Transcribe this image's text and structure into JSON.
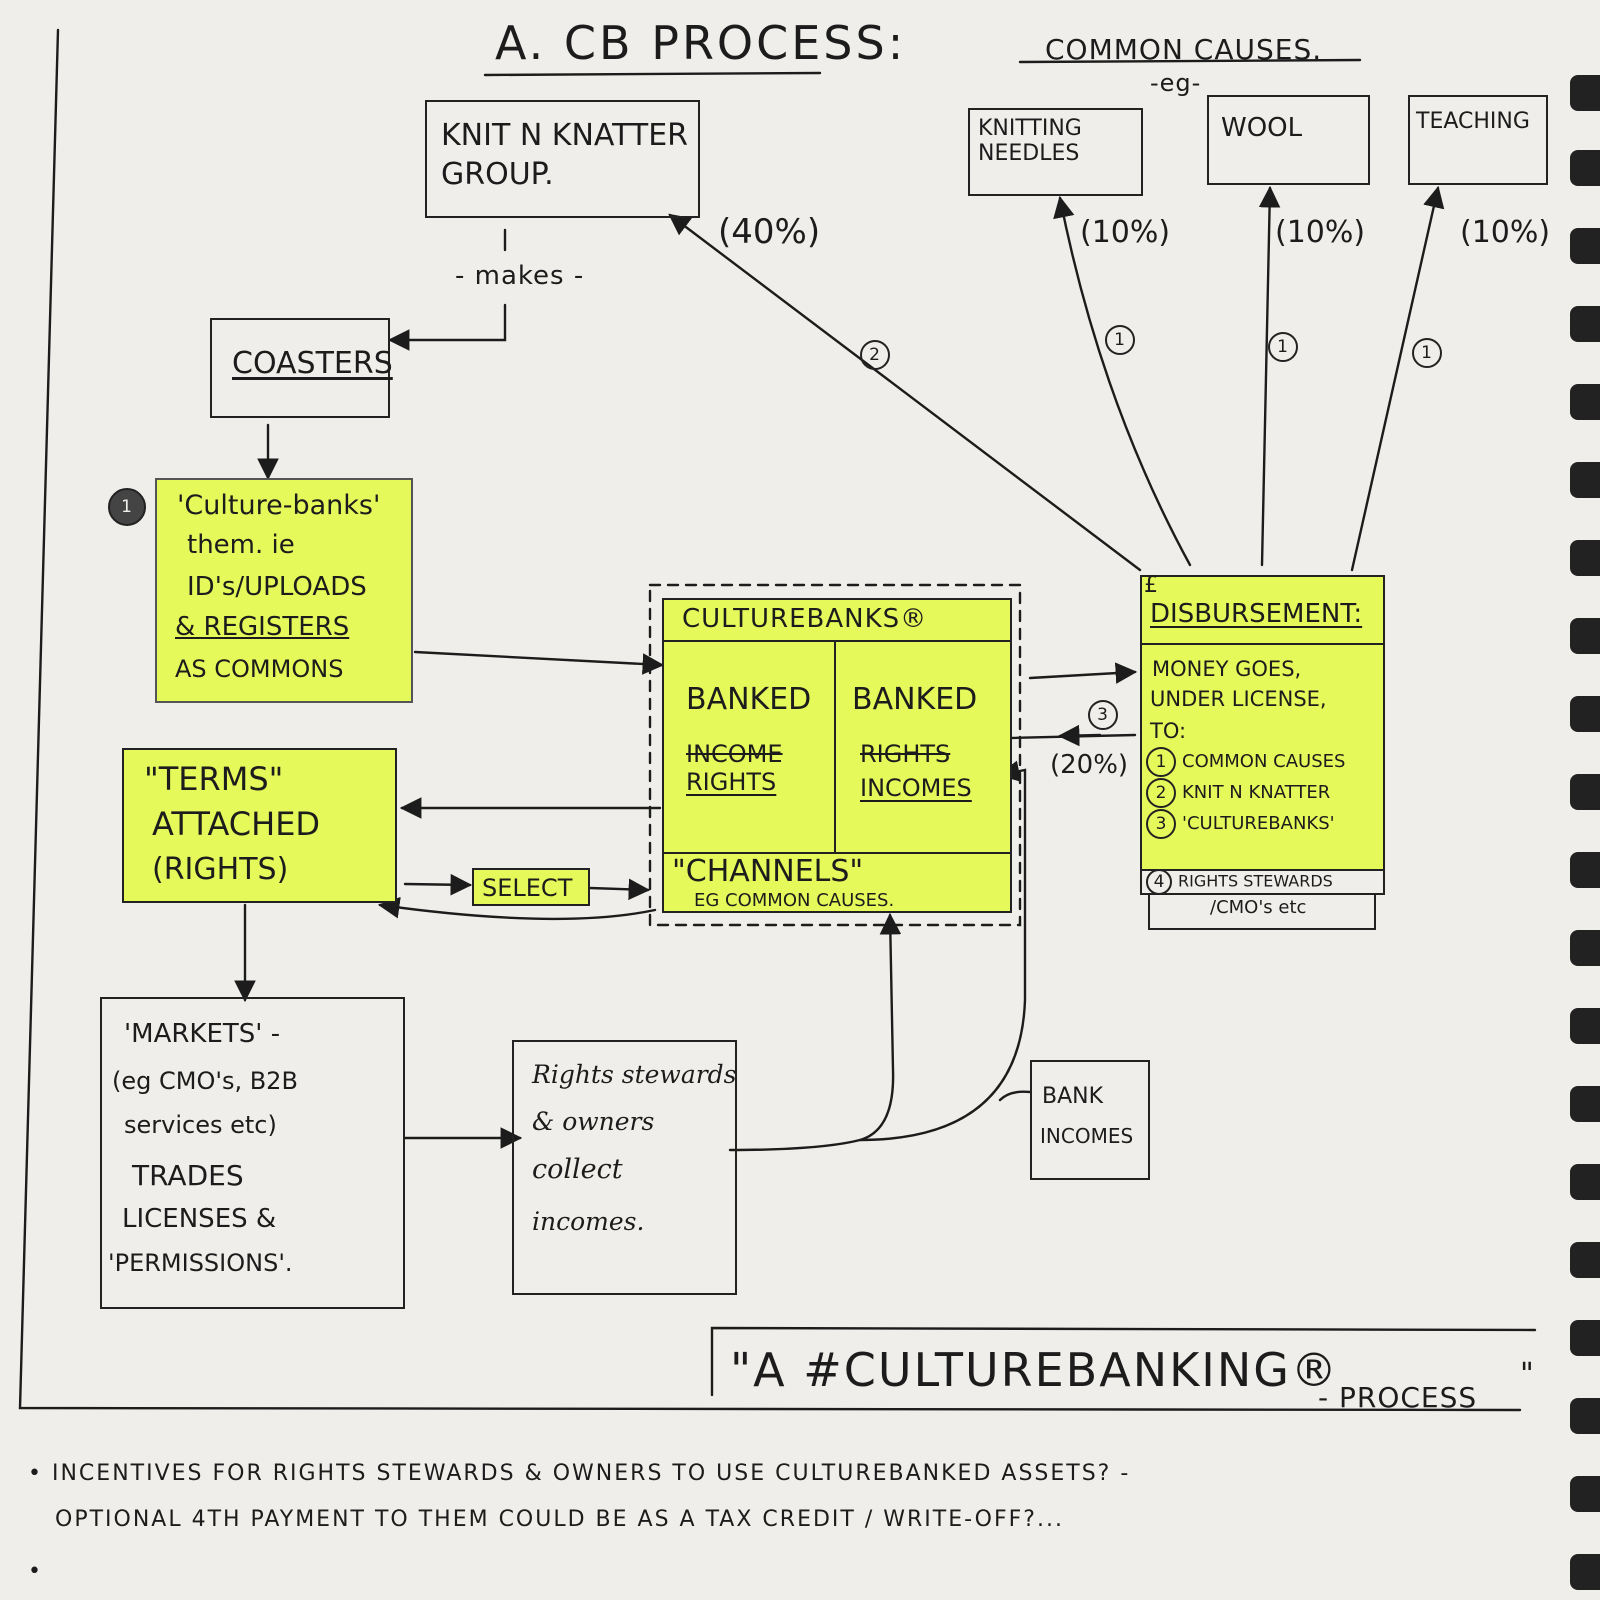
{
  "title": "A. CB PROCESS:",
  "common_causes": {
    "heading": "COMMON CAUSES.",
    "eg": "-eg-",
    "items": [
      "KNITTING NEEDLES",
      "WOOL",
      "TEACHING"
    ],
    "percents": [
      "(10%)",
      "(10%)",
      "(10%)"
    ],
    "step": "1"
  },
  "knit_group": {
    "label": "KNIT n KNATTER GROUP.",
    "percent": "(40%)",
    "step": "2"
  },
  "makes": "- makes -",
  "coasters": "COASTERS",
  "culture_banks_step": {
    "marker": "1",
    "lines": [
      "'Culture-banks'",
      "them. ie",
      "ID's/UPLOADS",
      "& REGISTERS",
      "AS COMMONS"
    ]
  },
  "culturebanks": {
    "title": "CULTUREBANKS®",
    "left_head": "BANKED",
    "left_struck": "INCOME",
    "left_value": "RIGHTS",
    "right_head": "BANKED",
    "right_struck": "RIGHTS",
    "right_value": "INCOMES",
    "channels": "\"CHANNELS\"",
    "channels_eg": "eg COMMON CAUSES."
  },
  "terms": {
    "lines": [
      "\"TERMS\"",
      "ATTACHED",
      "(RIGHTS)"
    ]
  },
  "select": "SELECT",
  "disbursement": {
    "currency": "£",
    "title": "DISBURSEMENT:",
    "lines": [
      "MONEY GOES,",
      "UNDER LICENSE,",
      "TO:"
    ],
    "items": [
      {
        "num": "1",
        "text": "COMMON CAUSES"
      },
      {
        "num": "2",
        "text": "KNIT N KNATTER"
      },
      {
        "num": "3",
        "text": "'CULTUREBANKS'"
      },
      {
        "num": "4",
        "text": "RIGHTS STEWARDS"
      }
    ],
    "tail": "/CMO's etc",
    "percent": "(20%)",
    "step": "3"
  },
  "markets": {
    "lines": [
      "'MARKETS' -",
      "(eg CMO's, B2B",
      "services etc)",
      "TRADES",
      "LICENSES &",
      "'PERMISSIONS'."
    ]
  },
  "rights_stewards": {
    "lines": [
      "Rights stewards",
      "& owners",
      "collect",
      "incomes."
    ]
  },
  "bank_incomes": {
    "lines": [
      "BANK",
      "INCOMES"
    ]
  },
  "banner": {
    "quote": "\"A #CULTUREBANKING®",
    "suffix": "- PROCESS",
    "end_quote": "\""
  },
  "notes": [
    "INCENTIVES FOR RIGHTS STEWARDS & OWNERS TO USE CULTUREBANKED ASSETS? -",
    "OPTIONAL 4th PAYMENT TO THEM COULD BE AS A TAX CREDIT / WRITE-OFF?..."
  ],
  "colors": {
    "paper": "#efeeea",
    "ink": "#1c1c1c",
    "highlight": "#e6f95a"
  }
}
